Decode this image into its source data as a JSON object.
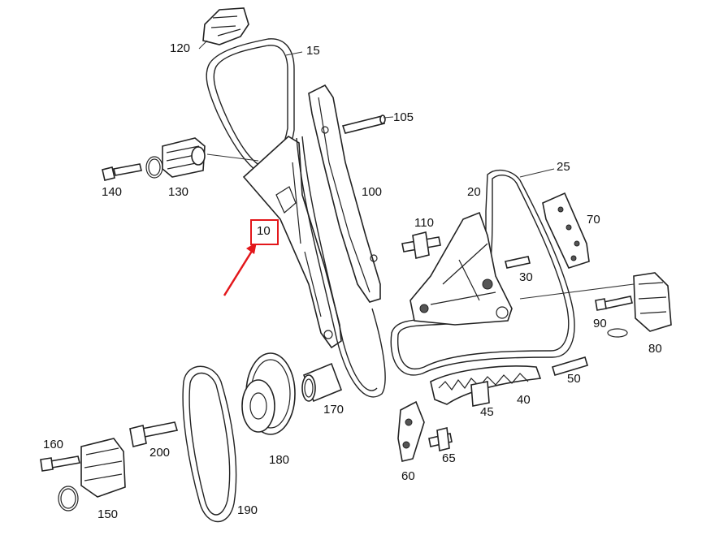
{
  "labels": {
    "p10": "10",
    "p15": "15",
    "p20": "20",
    "p25": "25",
    "p30": "30",
    "p40": "40",
    "p45": "45",
    "p50": "50",
    "p60": "60",
    "p65": "65",
    "p70": "70",
    "p80": "80",
    "p90": "90",
    "p100": "100",
    "p105": "105",
    "p110": "110",
    "p120": "120",
    "p130": "130",
    "p140": "140",
    "p150": "150",
    "p160": "160",
    "p170": "170",
    "p180": "180",
    "p190": "190",
    "p200": "200"
  },
  "highlight": {
    "part": "10",
    "color": "#e3171b"
  }
}
